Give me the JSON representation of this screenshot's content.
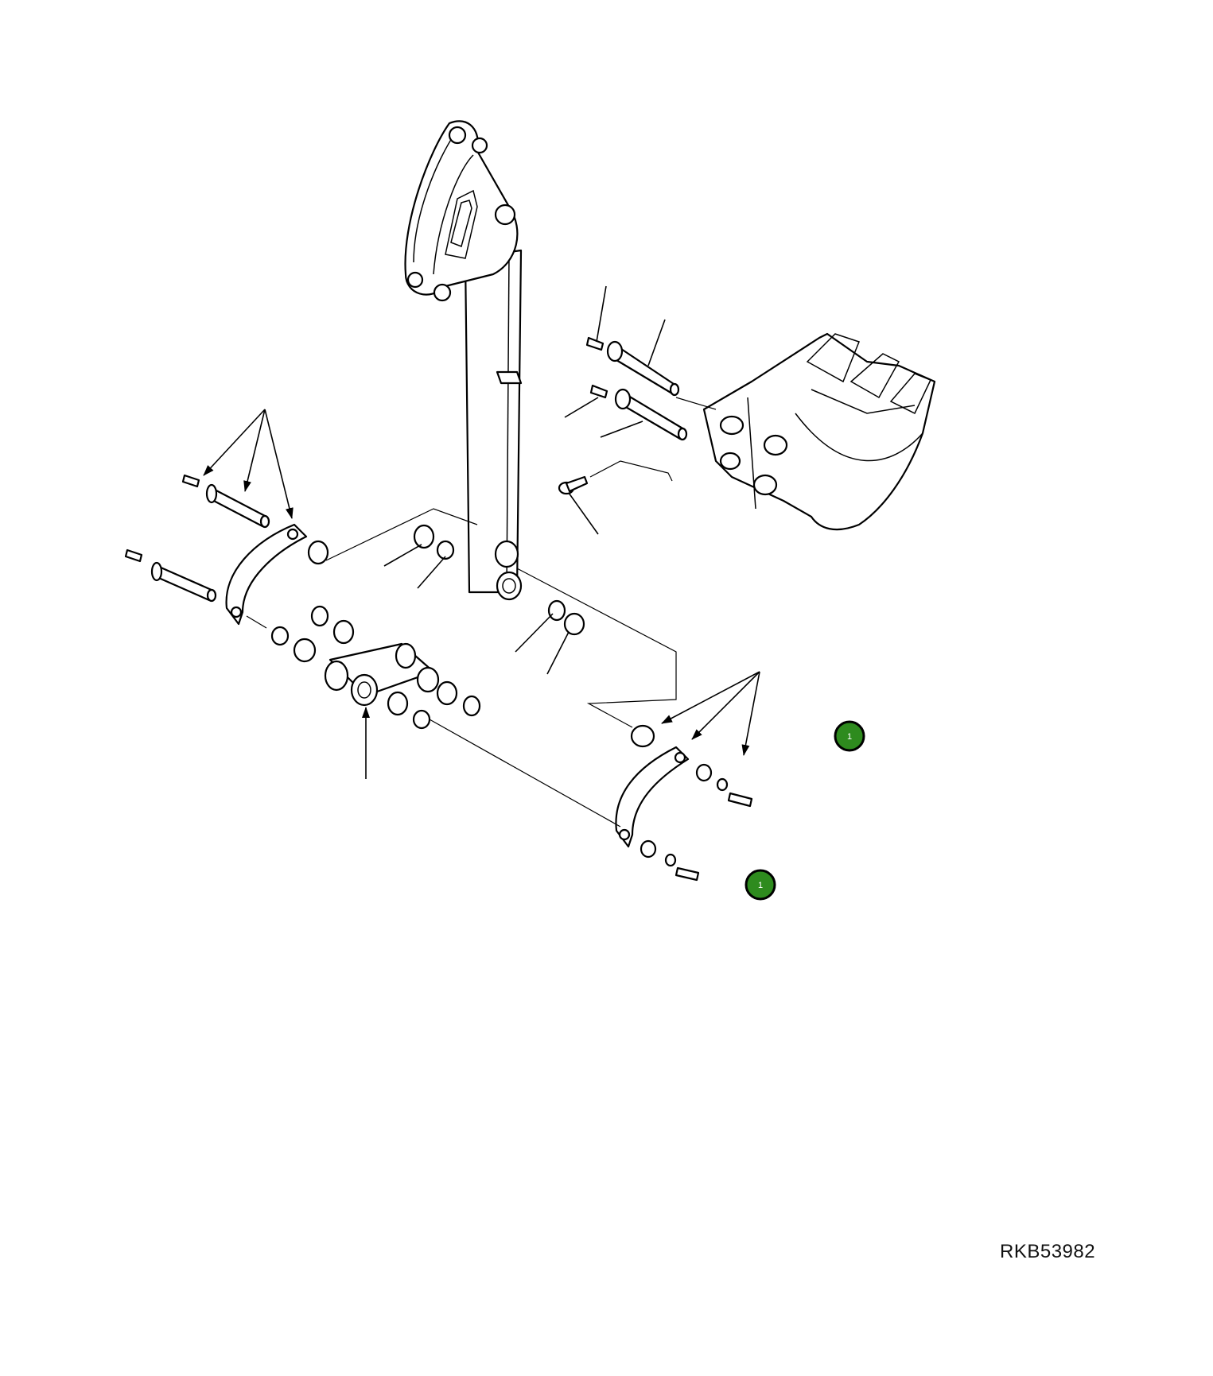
{
  "drawing": {
    "id": "RKB53982",
    "callouts": [
      {
        "label": "1",
        "color": "#2e8b1e"
      },
      {
        "label": "1",
        "color": "#2e8b1e"
      }
    ]
  }
}
